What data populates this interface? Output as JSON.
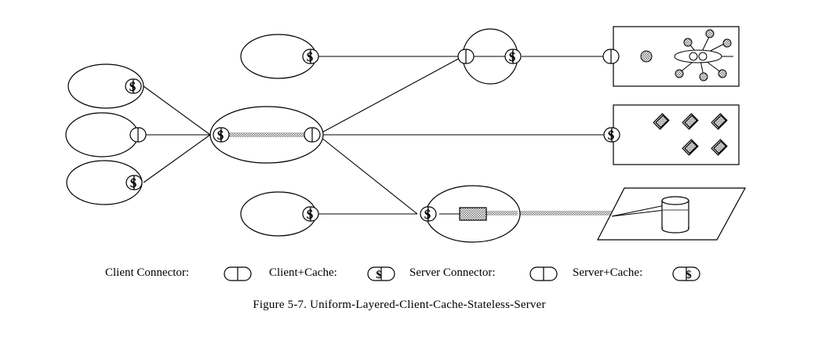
{
  "legend": {
    "client_connector": "Client Connector:",
    "client_cache": "Client+Cache:",
    "server_connector": "Server Connector:",
    "server_cache": "Server+Cache:"
  },
  "caption": "Figure 5-7.  Uniform-Layered-Client-Cache-Stateless-Server"
}
